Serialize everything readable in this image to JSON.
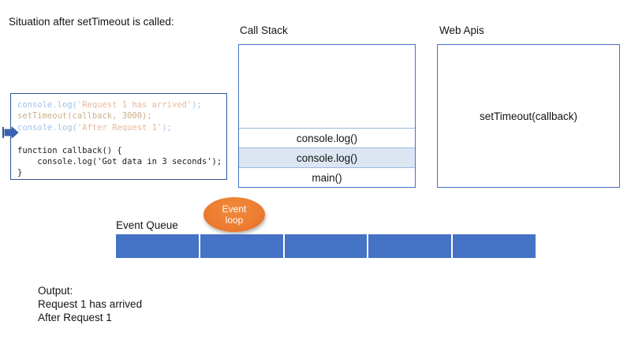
{
  "headline": "Situation after setTimeout is called:",
  "code_panel": {
    "name": "javascript-source-code",
    "lines": [
      {
        "id": "line-1",
        "text": "console.log('Request 1 has arrived');",
        "state": "executed",
        "current": false
      },
      {
        "id": "line-2",
        "text": "setTimeout(callback, 3000);",
        "state": "executed",
        "current": false
      },
      {
        "id": "line-3",
        "text": "console.log('After Request 1');",
        "state": "executing",
        "current": true
      },
      {
        "id": "line-4",
        "text": "",
        "state": "blank",
        "current": false
      },
      {
        "id": "line-5",
        "text": "function callback() {",
        "state": "pending",
        "current": false
      },
      {
        "id": "line-6",
        "text": "    console.log('Got data in 3 seconds');",
        "state": "pending",
        "current": false
      },
      {
        "id": "line-7",
        "text": "}",
        "state": "pending",
        "current": false
      }
    ],
    "execution_pointer_icon": "right-arrow-icon",
    "execution_pointer_line": "line-3"
  },
  "call_stack": {
    "title": "Call Stack",
    "frames": [
      {
        "label": "console.log()",
        "highlighted": false
      },
      {
        "label": "console.log()",
        "highlighted": true
      },
      {
        "label": "main()",
        "highlighted": false
      }
    ]
  },
  "web_apis": {
    "title": "Web Apis",
    "items": [
      "setTimeout(callback)"
    ]
  },
  "event_loop": {
    "line1": "Event",
    "line2": "loop"
  },
  "event_queue": {
    "title": "Event Queue",
    "cells": [
      "",
      "",
      "",
      "",
      ""
    ],
    "cell_count": 5
  },
  "output": {
    "label": "Output:",
    "lines": [
      "Request 1 has arrived",
      "After Request 1"
    ]
  },
  "colors": {
    "accent_blue": "#4472c4",
    "box_border_blue": "#4472c4",
    "code_border_blue": "#2f5597",
    "highlight_row": "#dce6f2",
    "event_loop_orange": "#ed7d31",
    "queue_blue": "#4472c4",
    "text": "#141414"
  }
}
